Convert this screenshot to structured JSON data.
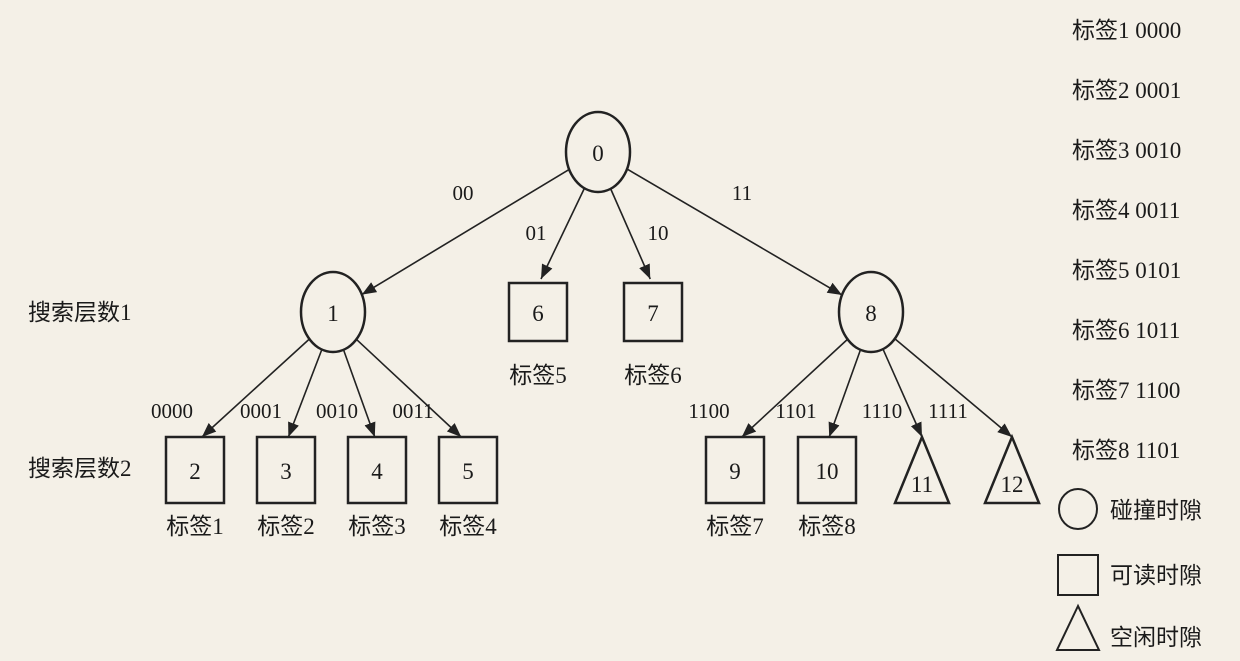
{
  "levels": {
    "level1": "搜索层数1",
    "level2": "搜索层数2"
  },
  "nodes": {
    "n0": {
      "label": "0",
      "shape": "circle"
    },
    "n1": {
      "label": "1",
      "shape": "circle"
    },
    "n6": {
      "label": "6",
      "shape": "square",
      "caption": "标签5"
    },
    "n7": {
      "label": "7",
      "shape": "square",
      "caption": "标签6"
    },
    "n8": {
      "label": "8",
      "shape": "circle"
    },
    "n2": {
      "label": "2",
      "shape": "square",
      "caption": "标签1"
    },
    "n3": {
      "label": "3",
      "shape": "square",
      "caption": "标签2"
    },
    "n4": {
      "label": "4",
      "shape": "square",
      "caption": "标签3"
    },
    "n5": {
      "label": "5",
      "shape": "square",
      "caption": "标签4"
    },
    "n9": {
      "label": "9",
      "shape": "square",
      "caption": "标签7"
    },
    "n10": {
      "label": "10",
      "shape": "square",
      "caption": "标签8"
    },
    "n11": {
      "label": "11",
      "shape": "triangle"
    },
    "n12": {
      "label": "12",
      "shape": "triangle"
    }
  },
  "edges": [
    {
      "from": "n0",
      "to": "n1",
      "label": "00"
    },
    {
      "from": "n0",
      "to": "n6",
      "label": "01"
    },
    {
      "from": "n0",
      "to": "n7",
      "label": "10"
    },
    {
      "from": "n0",
      "to": "n8",
      "label": "11"
    },
    {
      "from": "n1",
      "to": "n2",
      "label": "0000"
    },
    {
      "from": "n1",
      "to": "n3",
      "label": "0001"
    },
    {
      "from": "n1",
      "to": "n4",
      "label": "0010"
    },
    {
      "from": "n1",
      "to": "n5",
      "label": "0011"
    },
    {
      "from": "n8",
      "to": "n9",
      "label": "1100"
    },
    {
      "from": "n8",
      "to": "n10",
      "label": "1101"
    },
    {
      "from": "n8",
      "to": "n11",
      "label": "1110"
    },
    {
      "from": "n8",
      "to": "n12",
      "label": "1111"
    }
  ],
  "tag_codes": [
    "标签1 0000",
    "标签2 0001",
    "标签3 0010",
    "标签4 0011",
    "标签5 0101",
    "标签6 1011",
    "标签7 1100",
    "标签8 1101"
  ],
  "legend": {
    "circle": "碰撞时隙",
    "square": "可读时隙",
    "triangle": "空闲时隙"
  }
}
